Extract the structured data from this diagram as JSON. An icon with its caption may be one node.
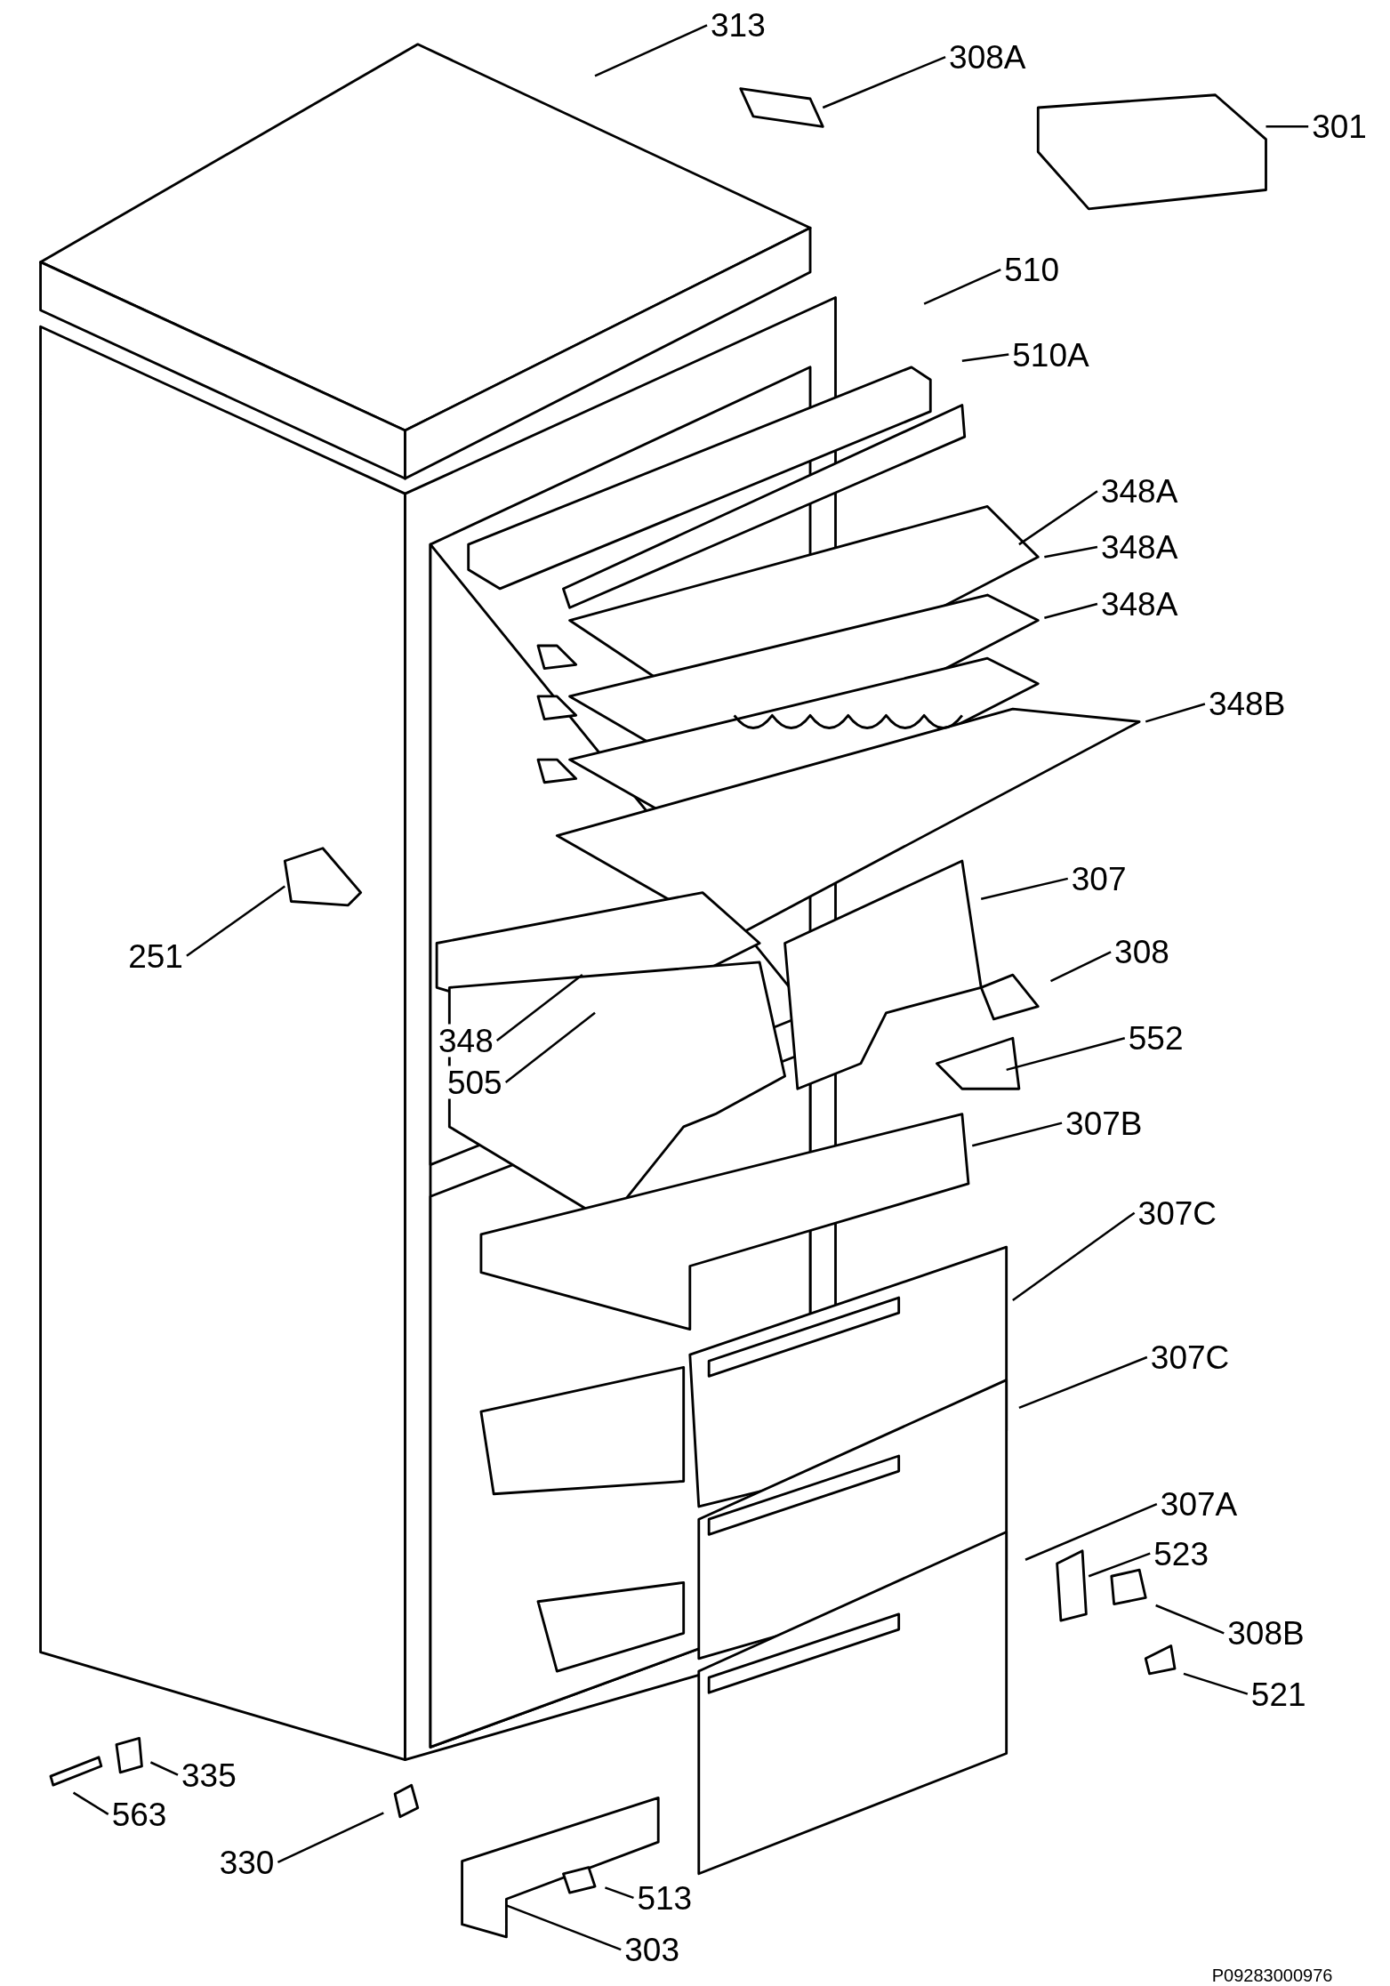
{
  "diagram": {
    "nodes": [
      {
        "text": [
          "313"
        ]
      },
      {
        "text": [
          "308A"
        ]
      },
      {
        "text": [
          "301"
        ]
      },
      {
        "text": [
          "510"
        ]
      },
      {
        "text": [
          "510A"
        ]
      },
      {
        "text": [
          "348A"
        ]
      },
      {
        "text": [
          "348A"
        ]
      },
      {
        "text": [
          "348A"
        ]
      },
      {
        "text": [
          "348B"
        ]
      },
      {
        "text": [
          "307"
        ]
      },
      {
        "text": [
          "308"
        ]
      },
      {
        "text": [
          "251"
        ]
      },
      {
        "text": [
          "552"
        ]
      },
      {
        "text": [
          "348"
        ]
      },
      {
        "text": [
          "505"
        ]
      },
      {
        "text": [
          "307B"
        ]
      },
      {
        "text": [
          "307C"
        ]
      },
      {
        "text": [
          "307C"
        ]
      },
      {
        "text": [
          "307A"
        ]
      },
      {
        "text": [
          "523"
        ]
      },
      {
        "text": [
          "308B"
        ]
      },
      {
        "text": [
          "521"
        ]
      },
      {
        "text": [
          "335"
        ]
      },
      {
        "text": [
          "563"
        ]
      },
      {
        "text": [
          "330"
        ]
      },
      {
        "text": [
          "513"
        ]
      },
      {
        "text": [
          "303"
        ]
      }
    ],
    "edges": [
      {
        "from": 0,
        "to": null,
        "arrow": "none"
      },
      {
        "from": 1,
        "to": null,
        "arrow": "none"
      },
      {
        "from": 2,
        "to": null,
        "arrow": "none"
      },
      {
        "from": 3,
        "to": null,
        "arrow": "none"
      },
      {
        "from": 4,
        "to": null,
        "arrow": "none"
      },
      {
        "from": 5,
        "to": null,
        "arrow": "none"
      },
      {
        "from": 6,
        "to": null,
        "arrow": "none"
      },
      {
        "from": 7,
        "to": null,
        "arrow": "none"
      },
      {
        "from": 8,
        "to": null,
        "arrow": "none"
      },
      {
        "from": 9,
        "to": null,
        "arrow": "none"
      },
      {
        "from": 10,
        "to": null,
        "arrow": "none"
      },
      {
        "from": 11,
        "to": null,
        "arrow": "none"
      },
      {
        "from": 12,
        "to": null,
        "arrow": "none"
      },
      {
        "from": 13,
        "to": null,
        "arrow": "none"
      },
      {
        "from": 14,
        "to": null,
        "arrow": "none"
      },
      {
        "from": 15,
        "to": null,
        "arrow": "none"
      },
      {
        "from": 16,
        "to": null,
        "arrow": "none"
      },
      {
        "from": 17,
        "to": null,
        "arrow": "none"
      },
      {
        "from": 18,
        "to": null,
        "arrow": "none"
      },
      {
        "from": 19,
        "to": null,
        "arrow": "none"
      },
      {
        "from": 20,
        "to": null,
        "arrow": "none"
      },
      {
        "from": 21,
        "to": null,
        "arrow": "none"
      },
      {
        "from": 22,
        "to": null,
        "arrow": "none"
      },
      {
        "from": 23,
        "to": null,
        "arrow": "none"
      },
      {
        "from": 24,
        "to": null,
        "arrow": "none"
      },
      {
        "from": 25,
        "to": null,
        "arrow": "none"
      },
      {
        "from": 26,
        "to": null,
        "arrow": "none"
      }
    ],
    "labels": [
      "P09283000976"
    ]
  }
}
